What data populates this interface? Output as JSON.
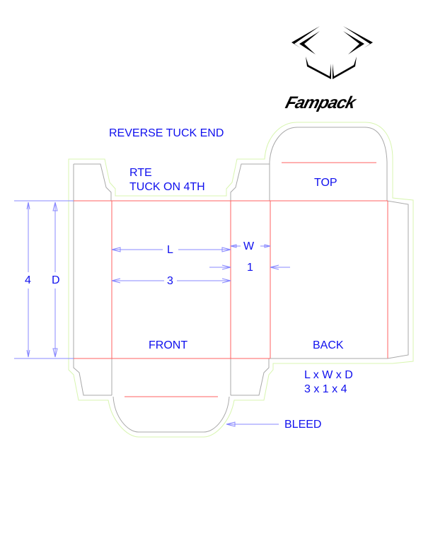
{
  "brand": {
    "name": "Fampack"
  },
  "title": "REVERSE TUCK END",
  "style_note": {
    "line1": "RTE",
    "line2": "TUCK ON 4TH"
  },
  "panels": {
    "top": "TOP",
    "front": "FRONT",
    "back": "BACK"
  },
  "dimensions": {
    "length_label": "L",
    "length_value": "3",
    "width_label": "W",
    "width_value": "1",
    "depth_label": "D",
    "depth_value": "4"
  },
  "formula": {
    "line1": "L x W x D",
    "line2": "3 x 1 x 4"
  },
  "bleed_label": "BLEED",
  "colors": {
    "cut": "#a8a8a8",
    "fold": "#ff6060",
    "bleed": "#d8f5b0",
    "dimension": "#8888ff",
    "text": "#1010ee"
  }
}
